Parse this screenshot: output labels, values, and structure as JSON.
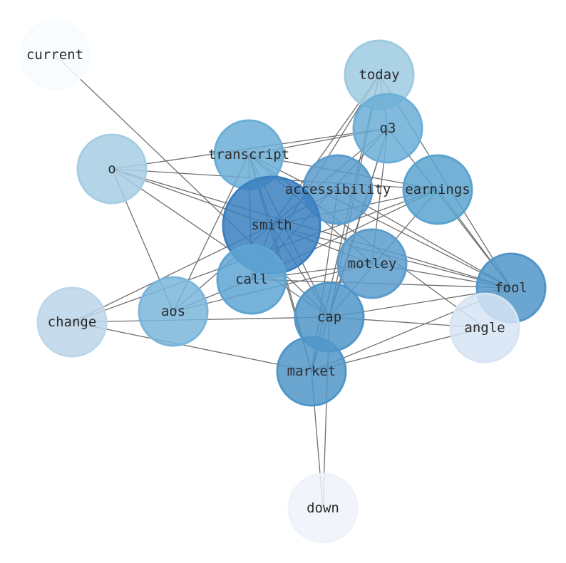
{
  "graph": {
    "nodes": [
      {
        "id": "current",
        "label": "current",
        "color": "#f7fbff",
        "weight": 0
      },
      {
        "id": "today",
        "label": "today",
        "color": "#9ecae1",
        "weight": 3
      },
      {
        "id": "q3",
        "label": "q3",
        "color": "#6baed6",
        "weight": 5
      },
      {
        "id": "transcript",
        "label": "transcript",
        "color": "#6baed6",
        "weight": 5
      },
      {
        "id": "o",
        "label": "o",
        "color": "#a6cee3",
        "weight": 3
      },
      {
        "id": "accessibility",
        "label": "accessibility",
        "color": "#5b9ccc",
        "weight": 6
      },
      {
        "id": "earnings",
        "label": "earnings",
        "color": "#5ba3d0",
        "weight": 6
      },
      {
        "id": "smith",
        "label": "smith",
        "color": "#3a7fc0",
        "weight": 9
      },
      {
        "id": "motley",
        "label": "motley",
        "color": "#5b9ccc",
        "weight": 6
      },
      {
        "id": "fool",
        "label": "fool",
        "color": "#5096c8",
        "weight": 7
      },
      {
        "id": "call",
        "label": "call",
        "color": "#5ea5d2",
        "weight": 5
      },
      {
        "id": "aos",
        "label": "aos",
        "color": "#7ab5da",
        "weight": 4
      },
      {
        "id": "change",
        "label": "change",
        "color": "#bcd6ea",
        "weight": 2
      },
      {
        "id": "cap",
        "label": "cap",
        "color": "#5096c8",
        "weight": 7
      },
      {
        "id": "angle",
        "label": "angle",
        "color": "#d6e4f4",
        "weight": 1
      },
      {
        "id": "market",
        "label": "market",
        "color": "#5096c8",
        "weight": 7
      },
      {
        "id": "down",
        "label": "down",
        "color": "#eef3fa",
        "weight": 1
      }
    ],
    "edges": [
      [
        "current",
        "cap"
      ],
      [
        "o",
        "q3"
      ],
      [
        "o",
        "earnings"
      ],
      [
        "o",
        "smith"
      ],
      [
        "o",
        "fool"
      ],
      [
        "o",
        "aos"
      ],
      [
        "o",
        "cap"
      ],
      [
        "transcript",
        "q3"
      ],
      [
        "transcript",
        "earnings"
      ],
      [
        "transcript",
        "smith"
      ],
      [
        "transcript",
        "fool"
      ],
      [
        "transcript",
        "motley"
      ],
      [
        "transcript",
        "aos"
      ],
      [
        "transcript",
        "cap"
      ],
      [
        "transcript",
        "market"
      ],
      [
        "transcript",
        "call"
      ],
      [
        "transcript",
        "angle"
      ],
      [
        "today",
        "smith"
      ],
      [
        "today",
        "call"
      ],
      [
        "today",
        "cap"
      ],
      [
        "today",
        "market"
      ],
      [
        "today",
        "fool"
      ],
      [
        "today",
        "q3"
      ],
      [
        "q3",
        "smith"
      ],
      [
        "q3",
        "cap"
      ],
      [
        "q3",
        "market"
      ],
      [
        "q3",
        "fool"
      ],
      [
        "q3",
        "motley"
      ],
      [
        "q3",
        "call"
      ],
      [
        "accessibility",
        "smith"
      ],
      [
        "accessibility",
        "fool"
      ],
      [
        "accessibility",
        "market"
      ],
      [
        "earnings",
        "change"
      ],
      [
        "earnings",
        "call"
      ],
      [
        "earnings",
        "smith"
      ],
      [
        "earnings",
        "cap"
      ],
      [
        "earnings",
        "fool"
      ],
      [
        "smith",
        "change"
      ],
      [
        "smith",
        "aos"
      ],
      [
        "smith",
        "fool"
      ],
      [
        "smith",
        "motley"
      ],
      [
        "smith",
        "cap"
      ],
      [
        "smith",
        "market"
      ],
      [
        "smith",
        "call"
      ],
      [
        "motley",
        "fool"
      ],
      [
        "motley",
        "call"
      ],
      [
        "motley",
        "aos"
      ],
      [
        "call",
        "fool"
      ],
      [
        "call",
        "aos"
      ],
      [
        "cap",
        "change"
      ],
      [
        "cap",
        "angle"
      ],
      [
        "cap",
        "fool"
      ],
      [
        "cap",
        "down"
      ],
      [
        "market",
        "change"
      ],
      [
        "market",
        "angle"
      ],
      [
        "market",
        "fool"
      ],
      [
        "market",
        "down"
      ]
    ]
  }
}
